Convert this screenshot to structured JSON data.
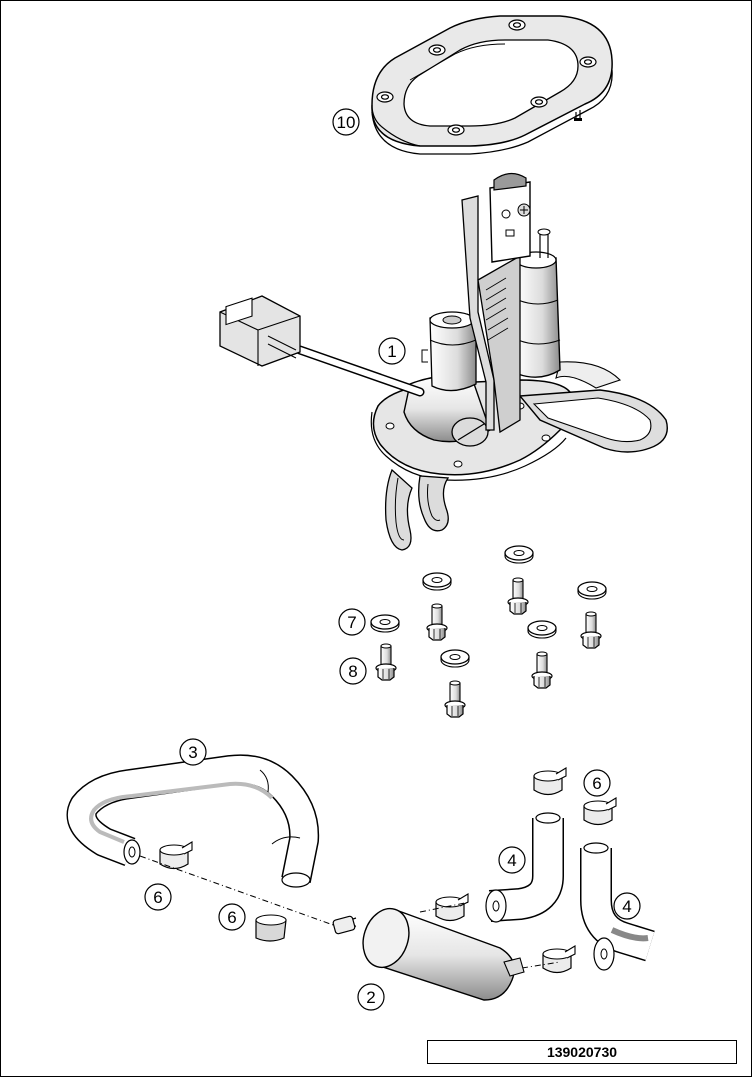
{
  "callouts": [
    {
      "id": "c10",
      "label": "10"
    },
    {
      "id": "c1",
      "label": "1"
    },
    {
      "id": "c7",
      "label": "7"
    },
    {
      "id": "c8",
      "label": "8"
    },
    {
      "id": "c3",
      "label": "3"
    },
    {
      "id": "c6a",
      "label": "6"
    },
    {
      "id": "c6b",
      "label": "6"
    },
    {
      "id": "c6c",
      "label": "6"
    },
    {
      "id": "c4a",
      "label": "4"
    },
    {
      "id": "c4b",
      "label": "4"
    },
    {
      "id": "c2",
      "label": "2"
    }
  ],
  "part_number": "139020730",
  "colors": {
    "line": "#000000",
    "fill": "#ffffff",
    "shade": "#d9d9d9",
    "shade_dark": "#9a9a9a"
  }
}
